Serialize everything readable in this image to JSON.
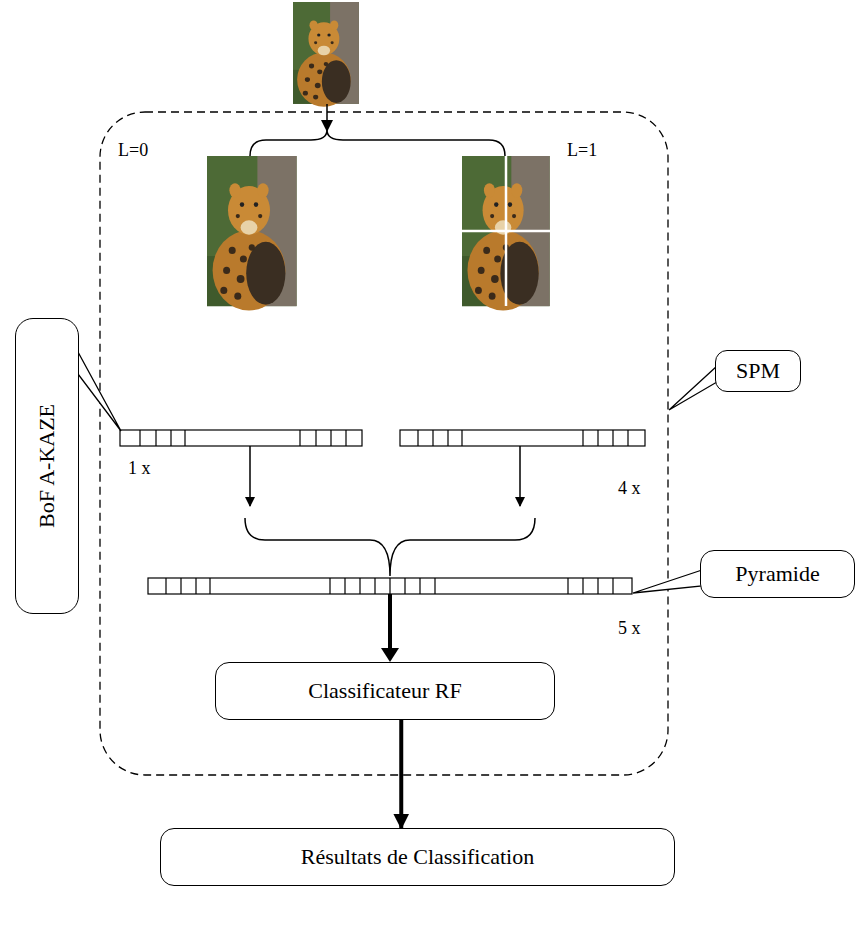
{
  "diagram": {
    "nodes": [
      {
        "text": [
          "BoF A-KAZE"
        ]
      },
      {
        "text": [
          "SPM"
        ]
      },
      {
        "text": [
          "Pyramide"
        ]
      },
      {
        "text": [
          "Classificateur RF"
        ]
      },
      {
        "text": [
          "Résultats de Classification"
        ]
      }
    ],
    "edges": [
      {
        "from": 3,
        "to": 4,
        "arrow": "to"
      }
    ],
    "labels": [
      "L=0",
      "L=1",
      "1 x",
      "4 x",
      "5 x"
    ]
  }
}
